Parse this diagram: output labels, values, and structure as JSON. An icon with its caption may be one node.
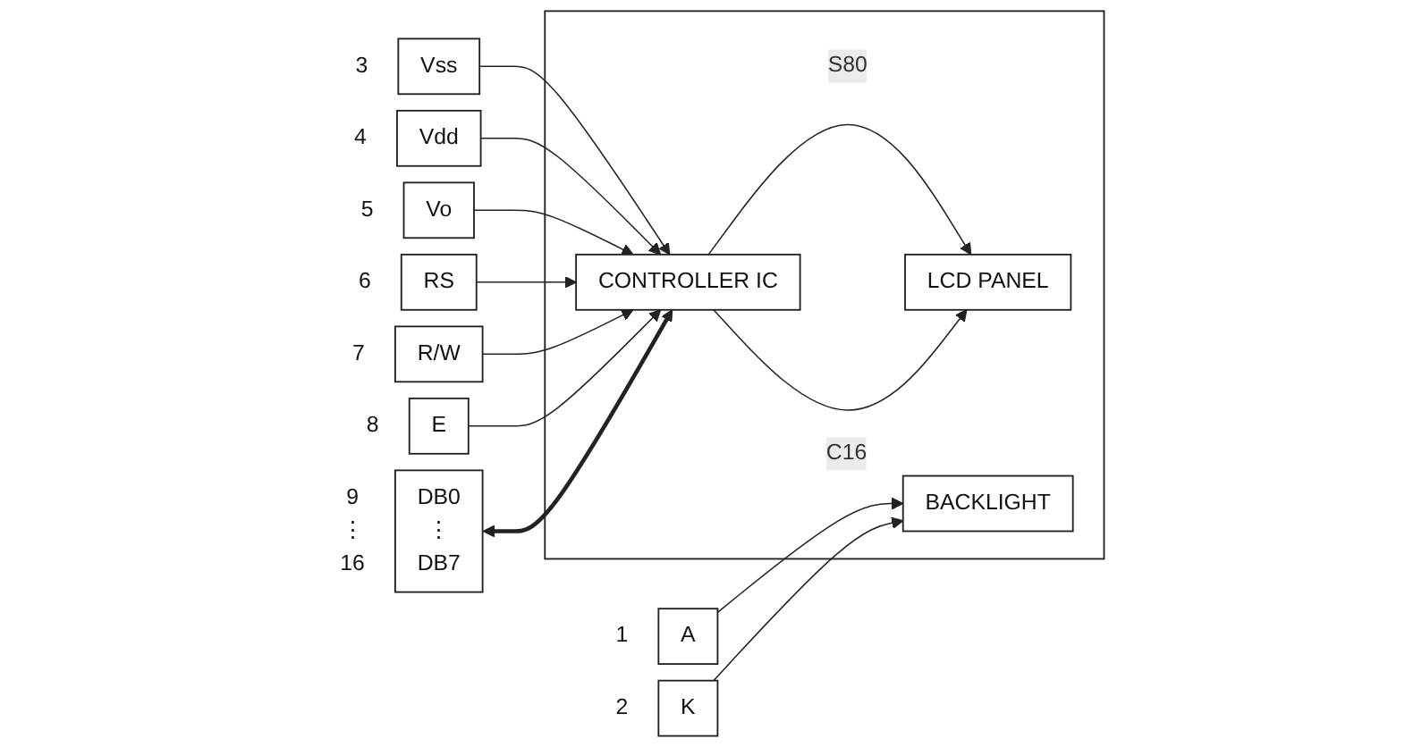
{
  "diagram": {
    "nodes": [
      {
        "text": [],
        "shape": "box"
      },
      {
        "text": [
          "Vss"
        ],
        "beside": [
          "3"
        ]
      },
      {
        "text": [
          "Vdd"
        ],
        "beside": [
          "4"
        ]
      },
      {
        "text": [
          "Vo"
        ],
        "beside": [
          "5"
        ]
      },
      {
        "text": [
          "RS"
        ],
        "beside": [
          "6"
        ]
      },
      {
        "text": [
          "R/W"
        ],
        "beside": [
          "7"
        ]
      },
      {
        "text": [
          "E"
        ],
        "beside": [
          "8"
        ]
      },
      {
        "text": [
          "DB0",
          "⋮",
          "DB7"
        ],
        "beside": [
          "9",
          "⋮",
          "16"
        ]
      },
      {
        "text": [
          "A"
        ],
        "beside": [
          "1"
        ]
      },
      {
        "text": [
          "K"
        ],
        "beside": [
          "2"
        ]
      },
      {
        "text": [
          "CONTROLLER IC"
        ],
        "in": 0
      },
      {
        "text": [
          "LCD PANEL"
        ],
        "in": 0
      },
      {
        "text": [
          "BACKLIGHT"
        ],
        "in": 0
      }
    ],
    "edges": [
      {
        "from": 1,
        "to": 10,
        "arrow": "to"
      },
      {
        "from": 2,
        "to": 10,
        "arrow": "to"
      },
      {
        "from": 3,
        "to": 10,
        "arrow": "to"
      },
      {
        "from": 4,
        "to": 10,
        "arrow": "to"
      },
      {
        "from": 5,
        "to": 10,
        "arrow": "to"
      },
      {
        "from": 6,
        "to": 10,
        "arrow": "to"
      },
      {
        "from": 7,
        "to": 10,
        "arrow": "both",
        "style": "thick"
      },
      {
        "from": 10,
        "to": 11,
        "arrow": "to",
        "label": "S80"
      },
      {
        "from": 10,
        "to": 11,
        "arrow": "to",
        "label": "C16"
      },
      {
        "from": 8,
        "to": 12,
        "arrow": "to"
      },
      {
        "from": 9,
        "to": 12,
        "arrow": "to"
      }
    ]
  }
}
